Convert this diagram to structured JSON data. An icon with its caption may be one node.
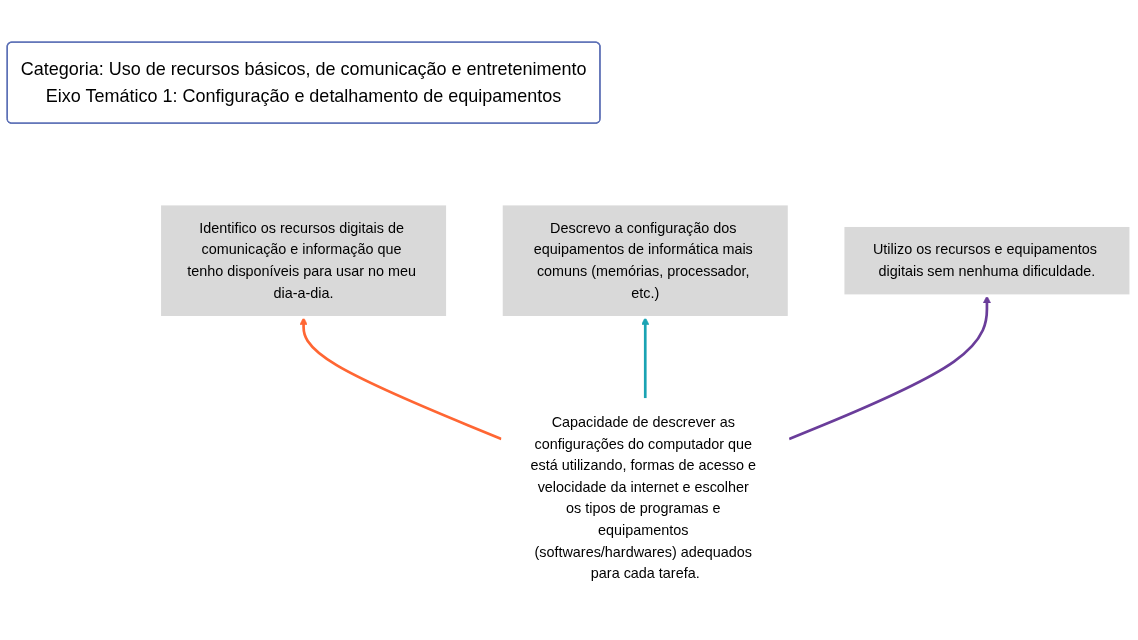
{
  "diagram": {
    "nodes": [
      {
        "text": [
          "Categoria: Uso de recursos básicos, de comunicação e entretenimento",
          "Eixo Temático 1: Configuração e detalhamento de equipamentos"
        ]
      },
      {
        "text": [
          "Descrevo a configuração dos equipamentos de informática mais comuns (memórias, processador, etc.)"
        ]
      },
      {
        "text": [
          "Identifico os recursos digitais de comunicação e informação que tenho disponíveis para usar no meu dia-a-dia."
        ]
      },
      {
        "text": [
          "Utilizo os recursos e equipamentos digitais sem nenhuma dificuldade."
        ]
      },
      {
        "text": [
          "Capacidade de descrever as configurações do computador que está utilizando, formas de acesso e velocidade da internet e escolher os tipos de programas e equipamentos (softwares/hardwares) adequados para cada tarefa."
        ]
      }
    ],
    "edges": [
      {
        "from": 4,
        "to": 2,
        "arrow": "to",
        "color": "#ff6633"
      },
      {
        "from": 4,
        "to": 1,
        "arrow": "to",
        "color": "#1aa3b3"
      },
      {
        "from": 4,
        "to": 3,
        "arrow": "to",
        "color": "#6a3d9a"
      }
    ]
  }
}
